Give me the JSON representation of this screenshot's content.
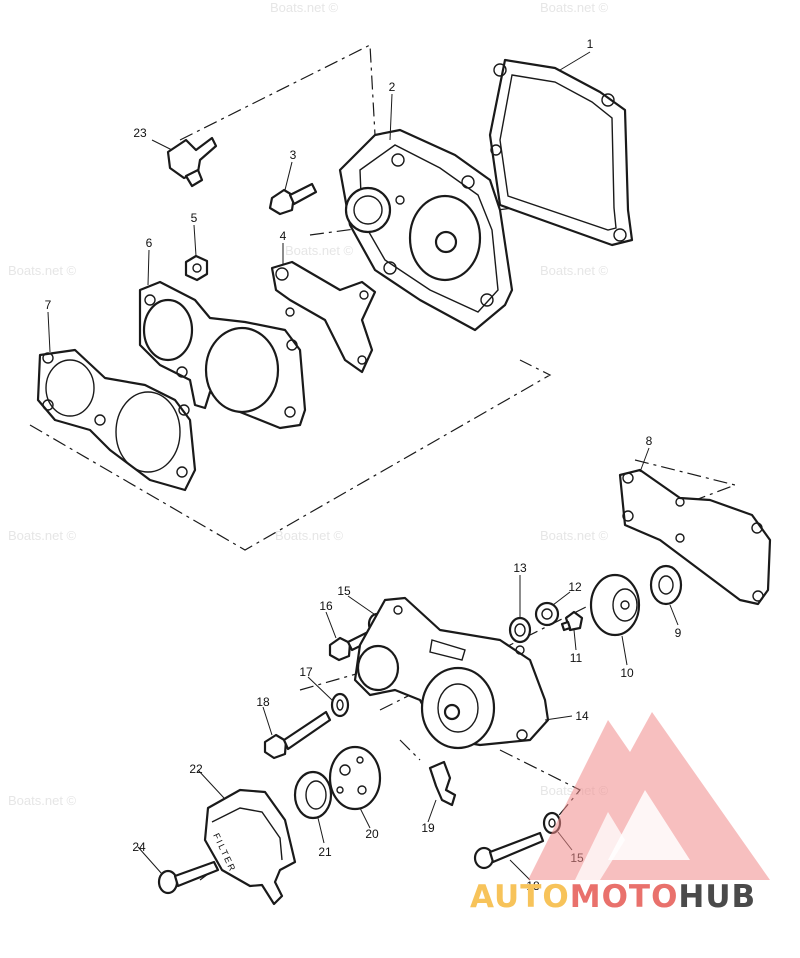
{
  "watermark": "Boats.net ©",
  "filter_label": "FILTER",
  "brand": {
    "part1": "AUTO",
    "part2": "MOTO",
    "part3": "HUB",
    "color_auto": "#f7c35a",
    "color_moto": "#e9716c",
    "color_hub": "#4a4a4a",
    "logo_color": "#f08a8a"
  },
  "callouts": [
    {
      "id": "c1",
      "label": "1"
    },
    {
      "id": "c2",
      "label": "2"
    },
    {
      "id": "c3",
      "label": "3"
    },
    {
      "id": "c4",
      "label": "4"
    },
    {
      "id": "c5",
      "label": "5"
    },
    {
      "id": "c6",
      "label": "6"
    },
    {
      "id": "c7",
      "label": "7"
    },
    {
      "id": "c8",
      "label": "8"
    },
    {
      "id": "c9",
      "label": "9"
    },
    {
      "id": "c10",
      "label": "10"
    },
    {
      "id": "c11",
      "label": "11"
    },
    {
      "id": "c12",
      "label": "12"
    },
    {
      "id": "c13",
      "label": "13"
    },
    {
      "id": "c14",
      "label": "14"
    },
    {
      "id": "c15a",
      "label": "15"
    },
    {
      "id": "c15b",
      "label": "15"
    },
    {
      "id": "c16",
      "label": "16"
    },
    {
      "id": "c17",
      "label": "17"
    },
    {
      "id": "c18a",
      "label": "18"
    },
    {
      "id": "c18b",
      "label": "18"
    },
    {
      "id": "c19",
      "label": "19"
    },
    {
      "id": "c20",
      "label": "20"
    },
    {
      "id": "c21",
      "label": "21"
    },
    {
      "id": "c22",
      "label": "22"
    },
    {
      "id": "c23",
      "label": "23"
    },
    {
      "id": "c24",
      "label": "24"
    }
  ]
}
